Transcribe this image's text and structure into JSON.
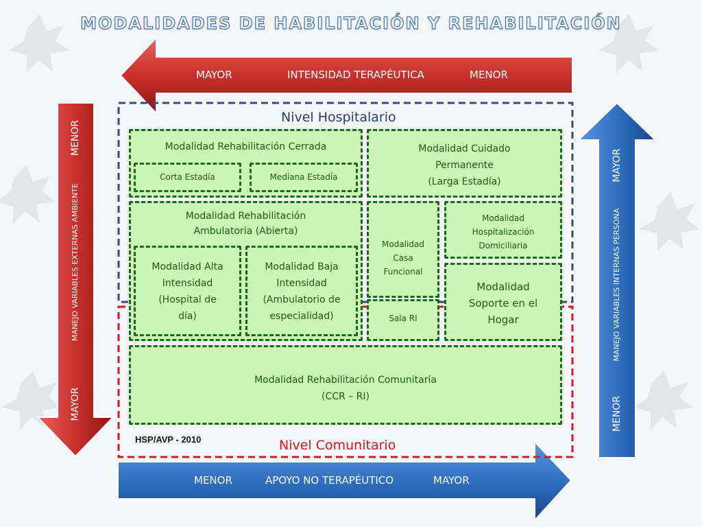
{
  "title": "MODALIDADES DE HABILITACIÓN Y REHABILITACIÓN",
  "top_arrow": {
    "left": "MAYOR",
    "center": "INTENSIDAD TERAPÉUTICA",
    "right": "MENOR"
  },
  "bottom_arrow": {
    "left": "MENOR",
    "center": "APOYO NO TERAPÉUTICO",
    "right": "MAYOR"
  },
  "left_arrow": {
    "top": "MENOR",
    "center": "MANEJO  VARIABLES EXTERNAS AMBIENTE",
    "bottom": "MAYOR"
  },
  "right_arrow": {
    "top": "MAYOR",
    "center": "MANEJO VARIABLES INTERNAS PERSONA",
    "bottom": "MENOR"
  },
  "levels": {
    "hospital": "Nivel Hospitalario",
    "community": "Nivel Comunitario"
  },
  "source": "HSP/AVP - 2010",
  "boxes": {
    "cerrada": "Modalidad Rehabilitación Cerrada",
    "corta": "Corta Estadía",
    "mediana": "Mediana Estadía",
    "cuidado": [
      "Modalidad Cuidado",
      "Permanente",
      "(Larga Estadía)"
    ],
    "ambulatoria": [
      "Modalidad Rehabilitación",
      "Ambulatoria (Abierta)"
    ],
    "alta": [
      "Modalidad Alta",
      "Intensidad",
      "(Hospital de",
      "día)"
    ],
    "baja": [
      "Modalidad Baja",
      "Intensidad",
      "(Ambulatorio de",
      "especialidad)"
    ],
    "casa": [
      "Modalidad",
      "Casa",
      "Funcional"
    ],
    "sala": "Sala RI",
    "hospitalizacion": [
      "Modalidad",
      "Hospitalización",
      "Domiciliaria"
    ],
    "soporte": [
      "Modalidad",
      "Soporte en el",
      "Hogar"
    ],
    "comunitaria": [
      "Modalidad Rehabilitación Comunitaria",
      "(CCR – RI)"
    ]
  },
  "colors": {
    "red_arrow": "#c9302c",
    "blue_arrow": "#2f6fc0",
    "green_fill": "#ccf5b8",
    "green_border": "#176b1c",
    "hospital_border": "#2d4d77",
    "community_border": "#e0141c"
  }
}
